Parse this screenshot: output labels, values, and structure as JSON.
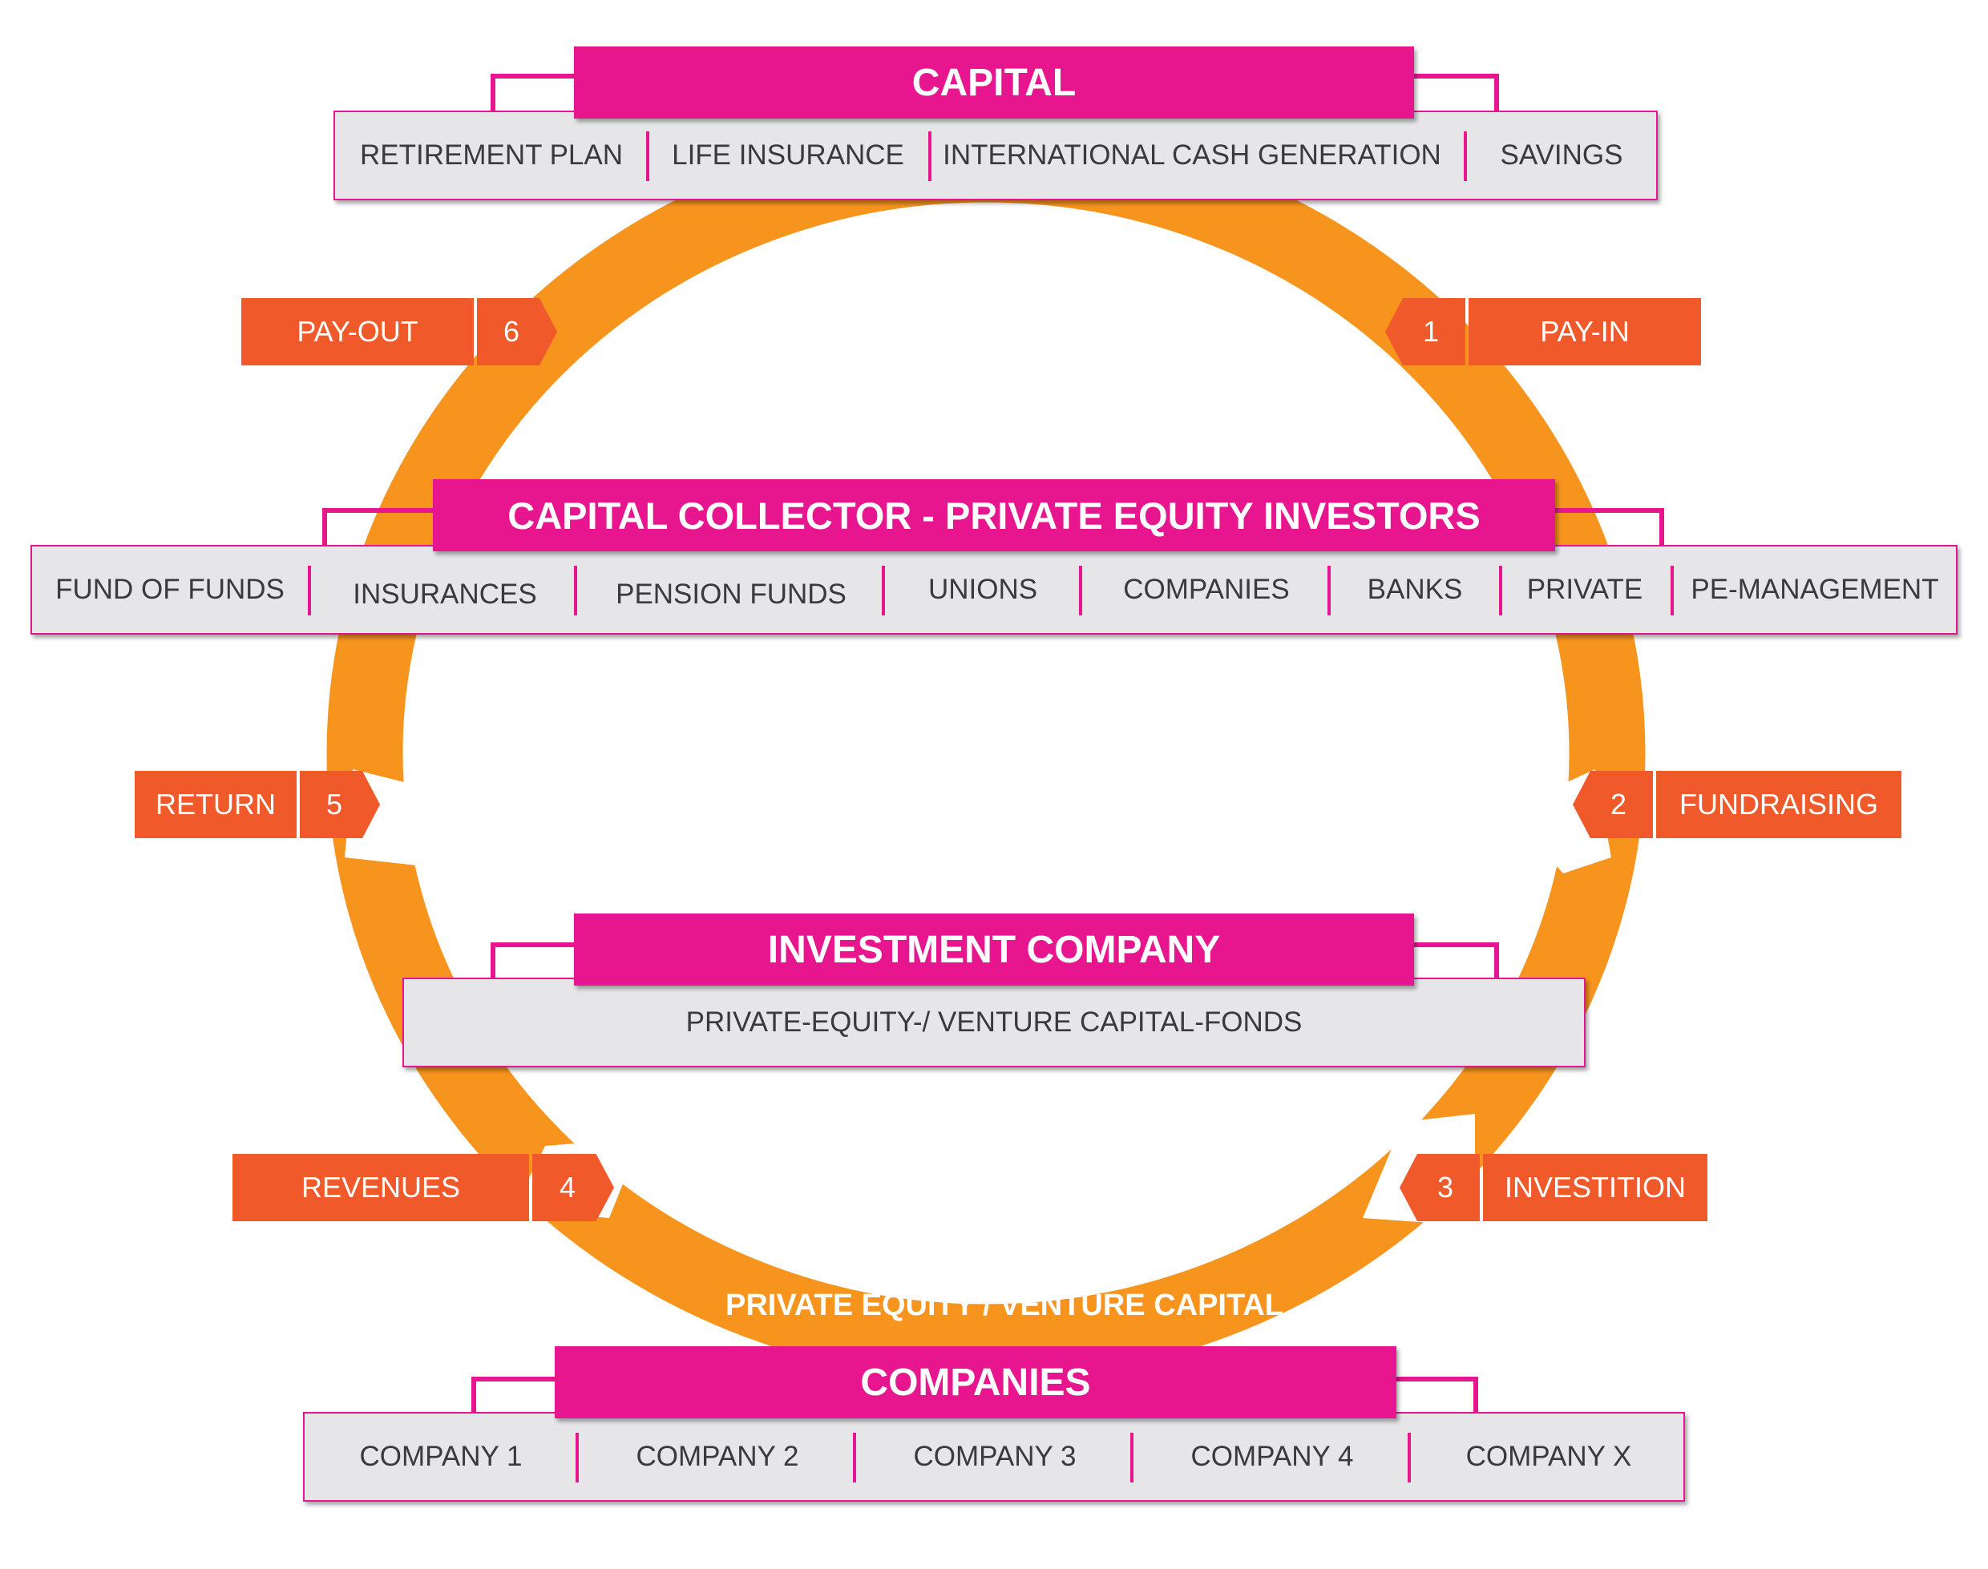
{
  "colors": {
    "magenta": "#e7168e",
    "orange_ring": "#f7941d",
    "orange_tag": "#f05a2b",
    "bar_gray": "#e6e6e8"
  },
  "capital": {
    "title": "CAPITAL",
    "items": [
      "RETIREMENT PLAN",
      "LIFE INSURANCE",
      "INTERNATIONAL CASH GENERATION",
      "SAVINGS"
    ]
  },
  "collector": {
    "title": "CAPITAL COLLECTOR - PRIVATE EQUITY INVESTORS",
    "items": [
      "FUND OF FUNDS",
      "INSURANCES",
      "PENSION FUNDS",
      "UNIONS",
      "COMPANIES",
      "BANKS",
      "PRIVATE",
      "PE-MANAGEMENT"
    ]
  },
  "investment": {
    "title": "INVESTMENT COMPANY",
    "subtitle": "PRIVATE-EQUITY-/ VENTURE CAPITAL-FONDS"
  },
  "companies": {
    "title": "COMPANIES",
    "items": [
      "COMPANY 1",
      "COMPANY 2",
      "COMPANY 3",
      "COMPANY 4",
      "COMPANY X"
    ]
  },
  "ring_label": "PRIVATE EQUITY / VENTURE CAPITAL",
  "steps": {
    "s1": {
      "number": "1",
      "label": "PAY-IN"
    },
    "s2": {
      "number": "2",
      "label": "FUNDRAISING"
    },
    "s3": {
      "number": "3",
      "label": "INVESTITION"
    },
    "s4": {
      "number": "4",
      "label": "REVENUES"
    },
    "s5": {
      "number": "5",
      "label": "RETURN"
    },
    "s6": {
      "number": "6",
      "label": "PAY-OUT"
    }
  }
}
